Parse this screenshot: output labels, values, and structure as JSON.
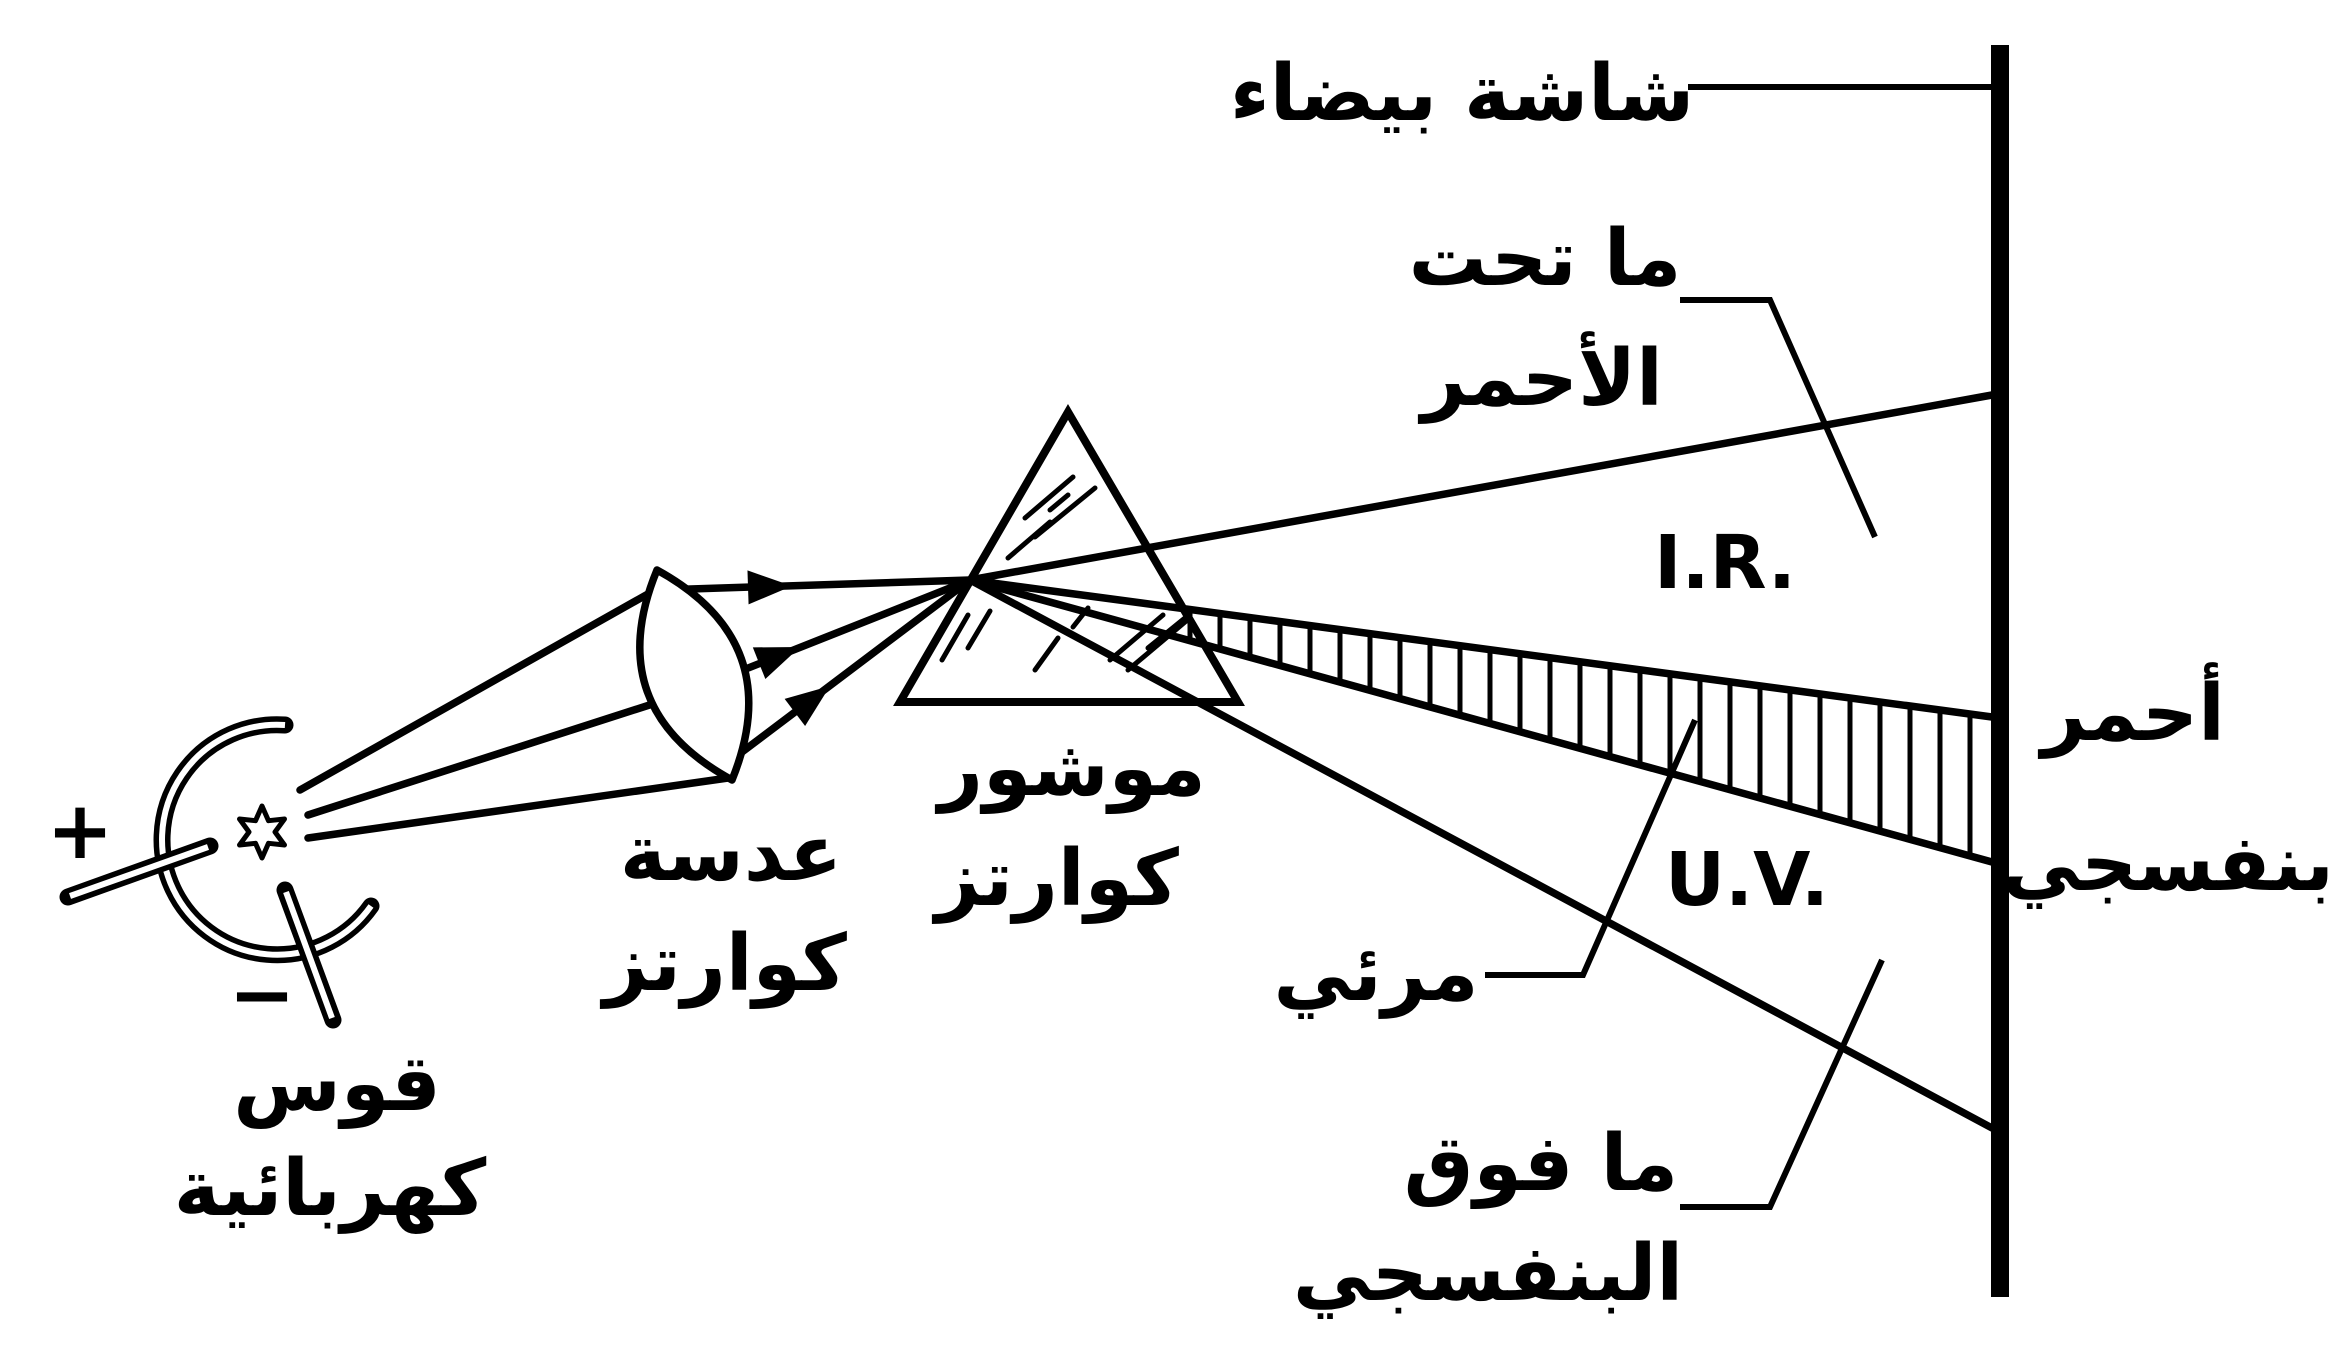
{
  "labels": {
    "screen": "شاشة بيضاء",
    "infrared_line1": "ما تحت",
    "infrared_line2": "الأحمر",
    "infrared_abbrev": "I.R.",
    "ultraviolet_abbrev": "U.V.",
    "red": "أحمر",
    "violet": "بنفسجي",
    "visible": "مرئي",
    "ultraviolet_line1": "ما فوق",
    "ultraviolet_line2": "البنفسجي",
    "prism_line1": "موشور",
    "prism_line2": "كوارتز",
    "lens_line1": "عدسة",
    "lens_line2": "كوارتز",
    "arc_line1": "قوس",
    "arc_line2": "كهربائية",
    "positive": "+",
    "negative": "−"
  },
  "colors": {
    "ink": "#000000",
    "background": "#ffffff"
  }
}
